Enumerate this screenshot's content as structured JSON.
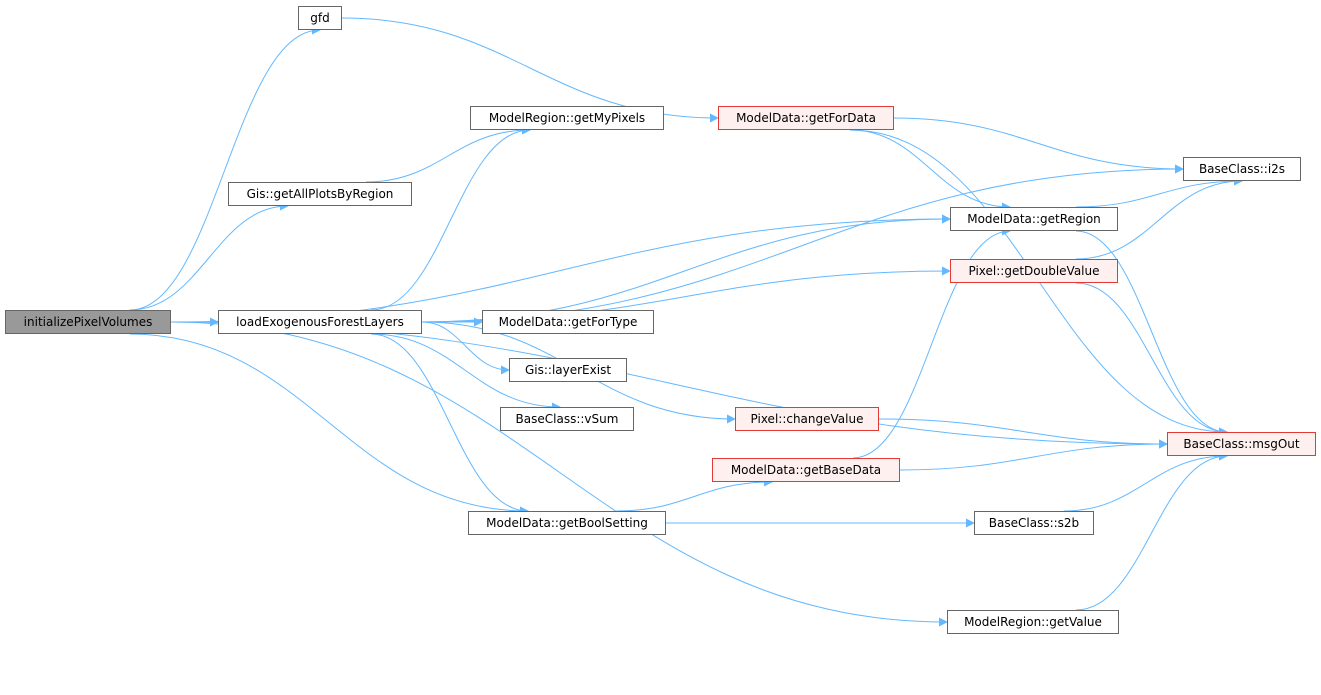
{
  "graph": {
    "type": "call-graph",
    "edge_color": "#63b8ff",
    "nodes": [
      {
        "id": "initializePixelVolumes",
        "label": "initializePixelVolumes",
        "style": "root"
      },
      {
        "id": "gfd",
        "label": "gfd",
        "style": "normal"
      },
      {
        "id": "Gis_getAllPlotsByRegion",
        "label": "Gis::getAllPlotsByRegion",
        "style": "normal"
      },
      {
        "id": "ModelRegion_getMyPixels",
        "label": "ModelRegion::getMyPixels",
        "style": "normal"
      },
      {
        "id": "loadExogenousForestLayers",
        "label": "loadExogenousForestLayers",
        "style": "normal"
      },
      {
        "id": "ModelData_getForType",
        "label": "ModelData::getForType",
        "style": "normal"
      },
      {
        "id": "Gis_layerExist",
        "label": "Gis::layerExist",
        "style": "normal"
      },
      {
        "id": "BaseClass_vSum",
        "label": "BaseClass::vSum",
        "style": "normal"
      },
      {
        "id": "ModelData_getBoolSetting",
        "label": "ModelData::getBoolSetting",
        "style": "normal"
      },
      {
        "id": "ModelData_getForData",
        "label": "ModelData::getForData",
        "style": "red"
      },
      {
        "id": "ModelData_getRegion",
        "label": "ModelData::getRegion",
        "style": "normal"
      },
      {
        "id": "Pixel_getDoubleValue",
        "label": "Pixel::getDoubleValue",
        "style": "red"
      },
      {
        "id": "Pixel_changeValue",
        "label": "Pixel::changeValue",
        "style": "red"
      },
      {
        "id": "ModelData_getBaseData",
        "label": "ModelData::getBaseData",
        "style": "red"
      },
      {
        "id": "BaseClass_s2b",
        "label": "BaseClass::s2b",
        "style": "normal"
      },
      {
        "id": "ModelRegion_getValue",
        "label": "ModelRegion::getValue",
        "style": "normal"
      },
      {
        "id": "BaseClass_i2s",
        "label": "BaseClass::i2s",
        "style": "normal"
      },
      {
        "id": "BaseClass_msgOut",
        "label": "BaseClass::msgOut",
        "style": "red"
      }
    ],
    "edges": [
      [
        "initializePixelVolumes",
        "gfd"
      ],
      [
        "initializePixelVolumes",
        "Gis_getAllPlotsByRegion"
      ],
      [
        "initializePixelVolumes",
        "loadExogenousForestLayers"
      ],
      [
        "initializePixelVolumes",
        "ModelData_getRegion"
      ],
      [
        "initializePixelVolumes",
        "ModelData_getBoolSetting"
      ],
      [
        "initializePixelVolumes",
        "BaseClass_msgOut"
      ],
      [
        "initializePixelVolumes",
        "ModelRegion_getValue"
      ],
      [
        "gfd",
        "ModelData_getForData"
      ],
      [
        "Gis_getAllPlotsByRegion",
        "ModelRegion_getMyPixels"
      ],
      [
        "loadExogenousForestLayers",
        "ModelRegion_getMyPixels"
      ],
      [
        "loadExogenousForestLayers",
        "BaseClass_i2s"
      ],
      [
        "loadExogenousForestLayers",
        "ModelData_getRegion"
      ],
      [
        "loadExogenousForestLayers",
        "Pixel_getDoubleValue"
      ],
      [
        "loadExogenousForestLayers",
        "ModelData_getForType"
      ],
      [
        "loadExogenousForestLayers",
        "Gis_layerExist"
      ],
      [
        "loadExogenousForestLayers",
        "BaseClass_vSum"
      ],
      [
        "loadExogenousForestLayers",
        "Pixel_changeValue"
      ],
      [
        "loadExogenousForestLayers",
        "ModelData_getBoolSetting"
      ],
      [
        "ModelData_getForData",
        "BaseClass_i2s"
      ],
      [
        "ModelData_getForData",
        "ModelData_getRegion"
      ],
      [
        "ModelData_getForData",
        "BaseClass_msgOut"
      ],
      [
        "ModelData_getRegion",
        "BaseClass_i2s"
      ],
      [
        "ModelData_getRegion",
        "BaseClass_msgOut"
      ],
      [
        "Pixel_getDoubleValue",
        "BaseClass_i2s"
      ],
      [
        "Pixel_getDoubleValue",
        "BaseClass_msgOut"
      ],
      [
        "Pixel_changeValue",
        "BaseClass_msgOut"
      ],
      [
        "ModelData_getBaseData",
        "ModelData_getRegion"
      ],
      [
        "ModelData_getBaseData",
        "BaseClass_msgOut"
      ],
      [
        "ModelData_getBoolSetting",
        "ModelData_getBaseData"
      ],
      [
        "ModelData_getBoolSetting",
        "BaseClass_s2b"
      ],
      [
        "BaseClass_s2b",
        "BaseClass_msgOut"
      ],
      [
        "ModelRegion_getValue",
        "BaseClass_msgOut"
      ]
    ]
  }
}
